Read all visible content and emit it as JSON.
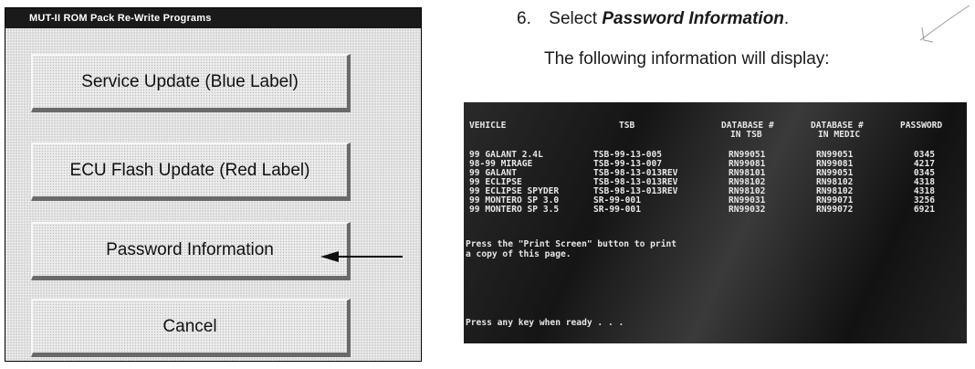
{
  "dialog": {
    "title": "MUT-II ROM Pack Re-Write Programs",
    "buttons": [
      {
        "label": "Service Update (Blue Label)"
      },
      {
        "label": "ECU Flash Update (Red Label)"
      },
      {
        "label": "Password Information"
      },
      {
        "label": "Cancel"
      }
    ]
  },
  "instructions": {
    "step_number": "6.",
    "step_prefix": "Select",
    "step_emphasis": "Password Information",
    "step_suffix": ".",
    "following": "The following information will display:"
  },
  "screen": {
    "headers": {
      "vehicle": "VEHICLE",
      "tsb": "TSB",
      "db_tsb_1": "DATABASE #",
      "db_tsb_2": "IN TSB",
      "db_medic_1": "DATABASE #",
      "db_medic_2": "IN MEDIC",
      "password": "PASSWORD"
    },
    "rows": [
      {
        "vehicle": "99 GALANT 2.4L",
        "tsb": "TSB-99-13-005",
        "db_tsb": "RN99051",
        "db_medic": "RN99051",
        "password": "0345"
      },
      {
        "vehicle": "98-99 MIRAGE",
        "tsb": "TSB-99-13-007",
        "db_tsb": "RN99081",
        "db_medic": "RN99081",
        "password": "4217"
      },
      {
        "vehicle": "99 GALANT",
        "tsb": "TSB-98-13-013REV",
        "db_tsb": "RN98101",
        "db_medic": "RN99051",
        "password": "0345"
      },
      {
        "vehicle": "99 ECLIPSE",
        "tsb": "TSB-98-13-013REV",
        "db_tsb": "RN98102",
        "db_medic": "RN98102",
        "password": "4318"
      },
      {
        "vehicle": "99 ECLIPSE SPYDER",
        "tsb": "TSB-98-13-013REV",
        "db_tsb": "RN98102",
        "db_medic": "RN98102",
        "password": "4318"
      },
      {
        "vehicle": "99 MONTERO SP 3.0",
        "tsb": "SR-99-001",
        "db_tsb": "RN99031",
        "db_medic": "RN99071",
        "password": "3256"
      },
      {
        "vehicle": "99 MONTERO SP 3.5",
        "tsb": "SR-99-001",
        "db_tsb": "RN99032",
        "db_medic": "RN99072",
        "password": "6921"
      }
    ],
    "print_line1": "Press the \"Print Screen\" button to print",
    "print_line2": "a copy of this page.",
    "ready_line": "Press any key when ready . . ."
  },
  "colors": {
    "title_bar": "#1a1a1a",
    "dialog_bg": "#d9d9d9",
    "screen_bg": "#1e1e1e",
    "screen_text": "#e6e6e6"
  },
  "icons": [
    "arrow-left-icon",
    "pen-mark-icon"
  ]
}
